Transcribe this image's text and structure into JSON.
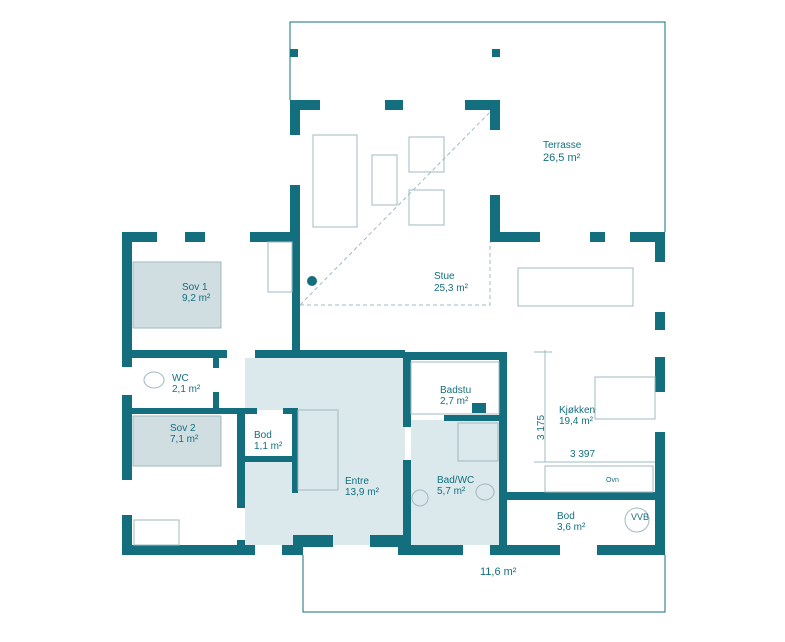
{
  "colors": {
    "wall": "#136f7e",
    "floor_highlight": "#dbe8ec"
  },
  "rooms": {
    "terrasse": {
      "name": "Terrasse",
      "area": "26,5 m²"
    },
    "stue": {
      "name": "Stue",
      "area": "25,3 m²"
    },
    "sov1": {
      "name": "Sov 1",
      "area": "9,2 m²"
    },
    "wc": {
      "name": "WC",
      "area": "2,1 m²"
    },
    "sov2": {
      "name": "Sov 2",
      "area": "7,1 m²"
    },
    "bod_small": {
      "name": "Bod",
      "area": "1,1 m²"
    },
    "entre": {
      "name": "Entre",
      "area": "13,9 m²"
    },
    "badstu": {
      "name": "Badstu",
      "area": "2,7 m²"
    },
    "bad_wc": {
      "name": "Bad/WC",
      "area": "5,7 m²"
    },
    "kjokken": {
      "name": "Kjøkken",
      "area": "19,4 m²"
    },
    "bod_large": {
      "name": "Bod",
      "area": "3,6 m²"
    },
    "porch": {
      "area": "11,6 m²"
    }
  },
  "labels": {
    "oven": "Ovn",
    "water_heater": "VVB",
    "dim_vertical": "3 175",
    "dim_horizontal": "3 397"
  }
}
